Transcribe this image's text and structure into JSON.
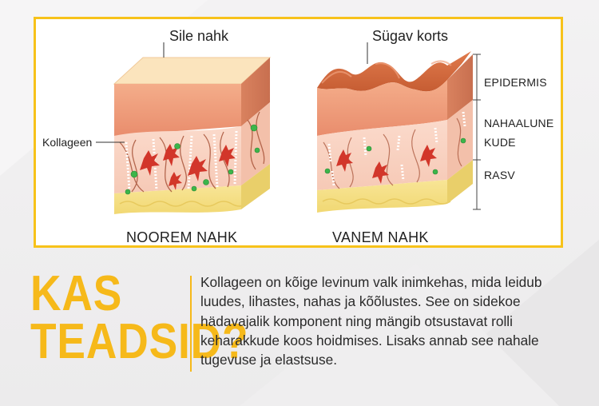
{
  "diagram": {
    "callouts": {
      "smooth_skin": "Sile nahk",
      "deep_wrinkle": "Sügav korts",
      "collagen": "Kollageen"
    },
    "layers": {
      "epidermis": "EPIDERMIS",
      "subcutaneous_line1": "NAHAALUNE",
      "subcutaneous_line2": "KUDE",
      "fat": "RASV"
    },
    "captions": {
      "younger": "NOOREM NAHK",
      "older": "VANEM NAHK"
    }
  },
  "headline": {
    "line1": "KAS",
    "line2": "TEADSID?"
  },
  "body": {
    "text": "Kollageen on kõige levinum valk inimkehas, mida leidub luudes, lihastes, nahas ja kõõlustes. See on sidekoe hädavajalik komponent ning mängib otsustavat rolli keharakkude koos hoidmises. Lisaks annab see nahale tugevuse ja elastsuse."
  },
  "colors": {
    "accent": "#f6b91a",
    "frame_border": "#f7c21a",
    "epidermis_top": "#fbe3b9",
    "epidermis": "#f0a27f",
    "dermis": "#f9d4c4",
    "fat": "#f6e08a",
    "fiber_red": "#d23a2c",
    "dot_green": "#3cb54a"
  }
}
